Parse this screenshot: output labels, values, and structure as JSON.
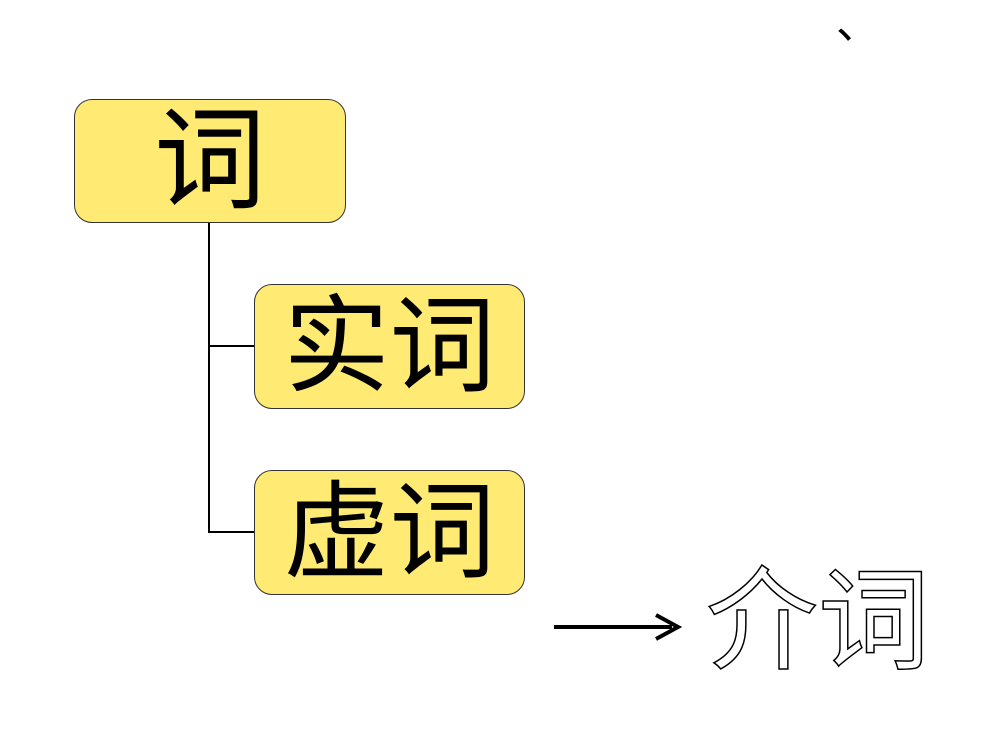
{
  "diagram": {
    "root": {
      "label": "词"
    },
    "children": [
      {
        "label": "实词"
      },
      {
        "label": "虚词"
      }
    ],
    "result": {
      "label": "介词"
    },
    "corner_mark": "、",
    "colors": {
      "box_fill": "#ffeb73",
      "box_border": "#333333",
      "connector": "#000000",
      "result_text_fill": "#ffffff",
      "result_text_outline": "#000000"
    }
  }
}
